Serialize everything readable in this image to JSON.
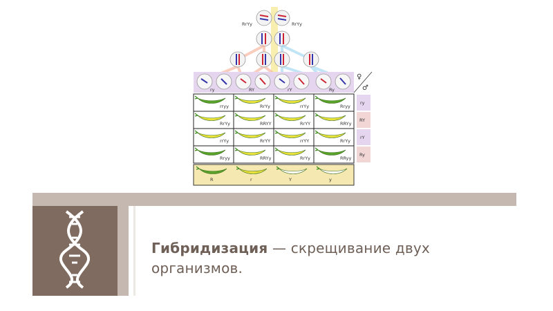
{
  "diagram": {
    "parents": [
      "RrYy",
      "RrYy"
    ],
    "gametes_top": [
      "ry",
      "RY",
      "rY",
      "Ry"
    ],
    "gametes_side": [
      "ry",
      "RY",
      "rY",
      "Ry"
    ],
    "female_symbol": "♀",
    "male_symbol": "♂",
    "grid": [
      [
        "rryy",
        "RrYy",
        "rrYy",
        "Rryy"
      ],
      [
        "RrYy",
        "RRYY",
        "RrYY",
        "RRYy"
      ],
      [
        "rrYy",
        "RrYY",
        "rrYY",
        "RrYy"
      ],
      [
        "Rryy",
        "RRYy",
        "RrYy",
        "RRyy"
      ]
    ],
    "grid_colors": [
      [
        "green",
        "yellow",
        "yellow",
        "green"
      ],
      [
        "yellow",
        "yellow",
        "yellow",
        "yellow"
      ],
      [
        "yellow",
        "yellow",
        "yellow",
        "yellow"
      ],
      [
        "green",
        "yellow",
        "yellow",
        "green"
      ]
    ],
    "legend": [
      "R",
      "r",
      "Y",
      "y"
    ],
    "colors": {
      "green_pod": "#5aa32a",
      "yellow_pod": "#e9e23a",
      "top_band": "#e6d5ef",
      "side_band": "#f2d5d5",
      "bottom_band": "#f5e8b0"
    }
  },
  "caption": {
    "term": "Гибридизация",
    "rest": " — скрещивание двух организмов."
  },
  "icons": {
    "dna": "dna-icon"
  }
}
